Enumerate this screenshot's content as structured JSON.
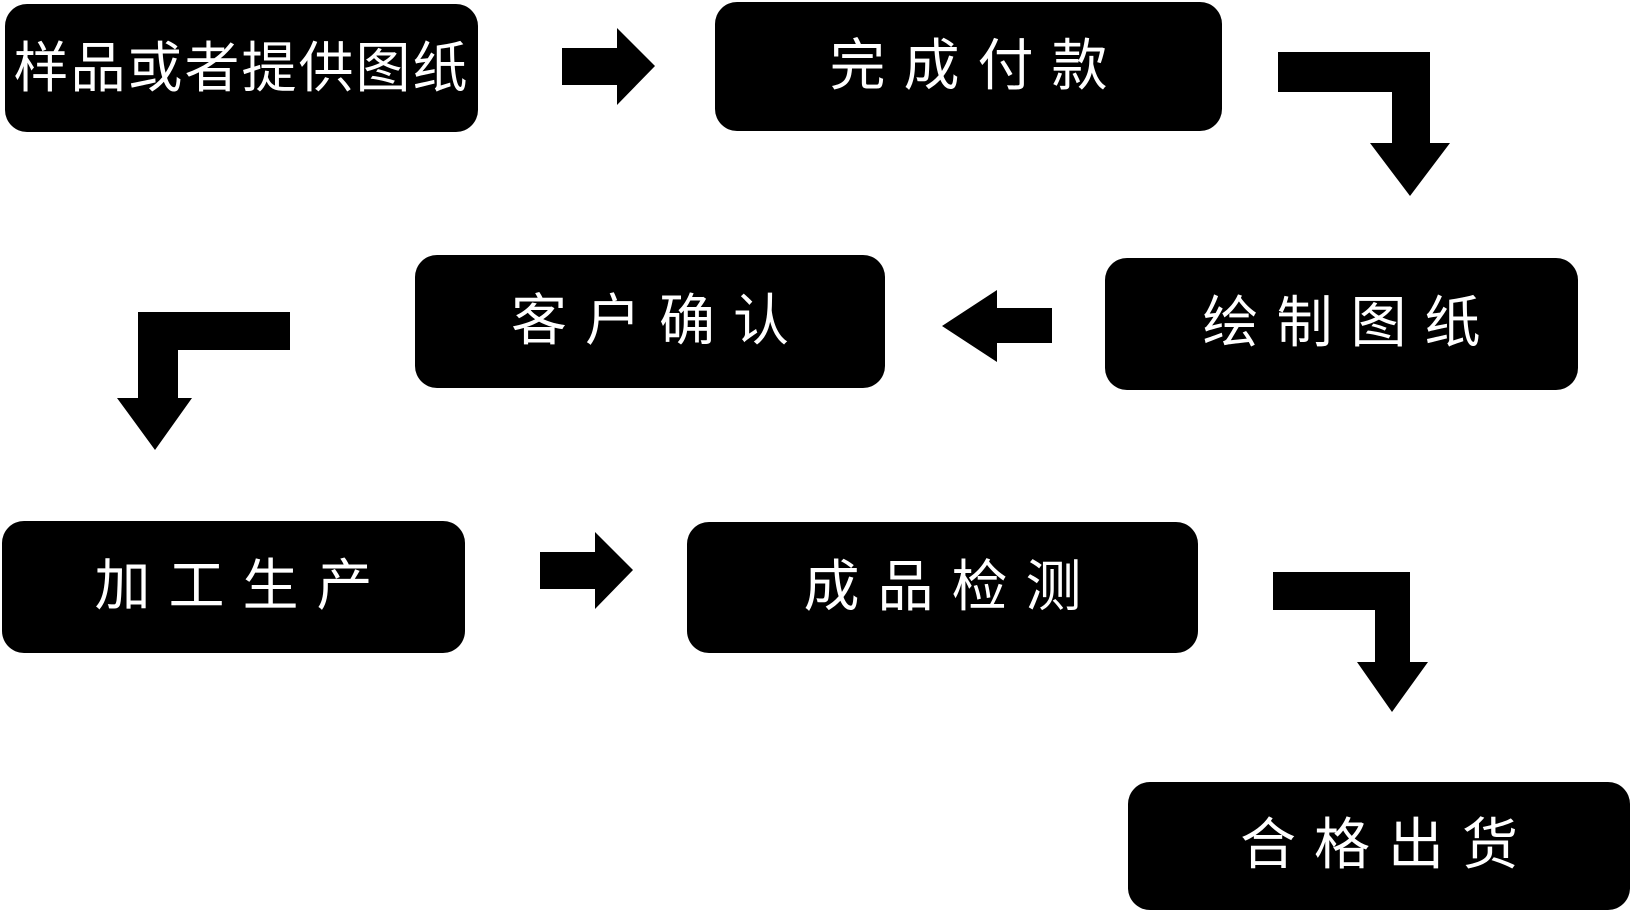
{
  "diagram": {
    "type": "flowchart",
    "background_color": "#ffffff",
    "node_color": "#000000",
    "node_text_color": "#ffffff",
    "arrow_color": "#000000",
    "steps": [
      {
        "id": "step-1",
        "label": "样品或者提供图纸"
      },
      {
        "id": "step-2",
        "label": "完成付款"
      },
      {
        "id": "step-3",
        "label": "绘制图纸"
      },
      {
        "id": "step-4",
        "label": "客户确认"
      },
      {
        "id": "step-5",
        "label": "加工生产"
      },
      {
        "id": "step-6",
        "label": "成品检测"
      },
      {
        "id": "step-7",
        "label": "合格出货"
      }
    ],
    "connections": [
      {
        "from": "样品或者提供图纸",
        "to": "完成付款",
        "shape": "straight-right"
      },
      {
        "from": "完成付款",
        "to": "绘制图纸",
        "shape": "elbow-right-down"
      },
      {
        "from": "绘制图纸",
        "to": "客户确认",
        "shape": "straight-left"
      },
      {
        "from": "客户确认",
        "to": "加工生产",
        "shape": "elbow-left-down"
      },
      {
        "from": "加工生产",
        "to": "成品检测",
        "shape": "straight-right"
      },
      {
        "from": "成品检测",
        "to": "合格出货",
        "shape": "elbow-right-down"
      }
    ]
  }
}
